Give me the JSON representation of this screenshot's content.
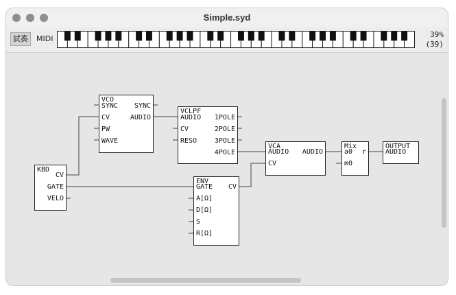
{
  "window": {
    "title": "Simple.syd"
  },
  "toolbar": {
    "play_label": "試奏",
    "midi_label": "MIDI",
    "percent": "39%",
    "count": "(39)"
  },
  "keyboard": {
    "white_keys": 35
  },
  "modules": {
    "kbd": {
      "name": "KBD",
      "outputs": [
        "CV",
        "GATE",
        "VELO"
      ]
    },
    "vco": {
      "name": "VCO",
      "inputs": [
        "SYNC",
        "CV",
        "PW",
        "WAVE"
      ],
      "outputs": [
        "SYNC",
        "AUDIO"
      ]
    },
    "vclpf": {
      "name": "VCLPF",
      "inputs": [
        "AUDIO",
        "CV",
        "RESO"
      ],
      "outputs": [
        "1POLE",
        "2POLE",
        "3POLE",
        "4POLE"
      ]
    },
    "env": {
      "name": "ENV",
      "inputs": [
        "GATE",
        "A[Ω]",
        "D[Ω]",
        "S",
        "R[Ω]"
      ],
      "outputs": [
        "CV"
      ]
    },
    "vca": {
      "name": "VCA",
      "inputs": [
        "AUDIO",
        "CV"
      ],
      "outputs": [
        "AUDIO"
      ]
    },
    "mix": {
      "name": "Mix",
      "inputs": [
        "a0",
        "m0"
      ],
      "outputs": [
        "r"
      ]
    },
    "output": {
      "name": "OUTPUT",
      "inputs": [
        "AUDIO"
      ]
    }
  }
}
